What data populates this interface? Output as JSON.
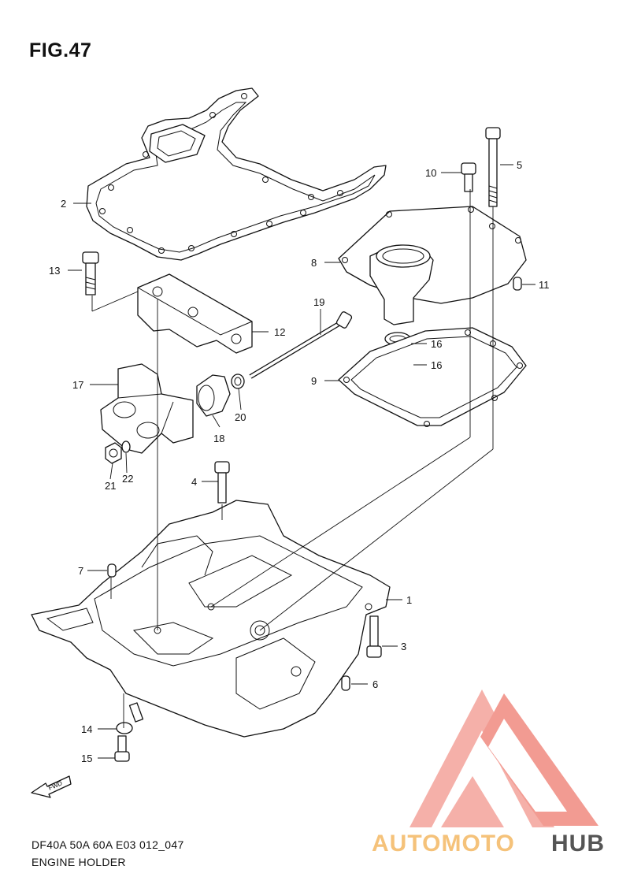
{
  "figure_title": "FIG.47",
  "footer": {
    "code": "DF40A 50A 60A E03 012_047",
    "name": "ENGINE HOLDER"
  },
  "callouts": {
    "p1": "1",
    "p2": "2",
    "p3": "3",
    "p4": "4",
    "p5": "5",
    "p6": "6",
    "p7": "7",
    "p8": "8",
    "p9": "9",
    "p10": "10",
    "p11": "11",
    "p12": "12",
    "p13": "13",
    "p14": "14",
    "p15": "15",
    "p16a": "16",
    "p16b": "16",
    "p17": "17",
    "p18": "18",
    "p19": "19",
    "p20": "20",
    "p21": "21",
    "p22": "22"
  },
  "fwd_label": "FWD",
  "watermark": {
    "part1": "AUTOMOTO",
    "part2": "HUB",
    "color_primary": "#f08a80",
    "color_accent": "#f5c27a",
    "color_dark": "#555555"
  }
}
